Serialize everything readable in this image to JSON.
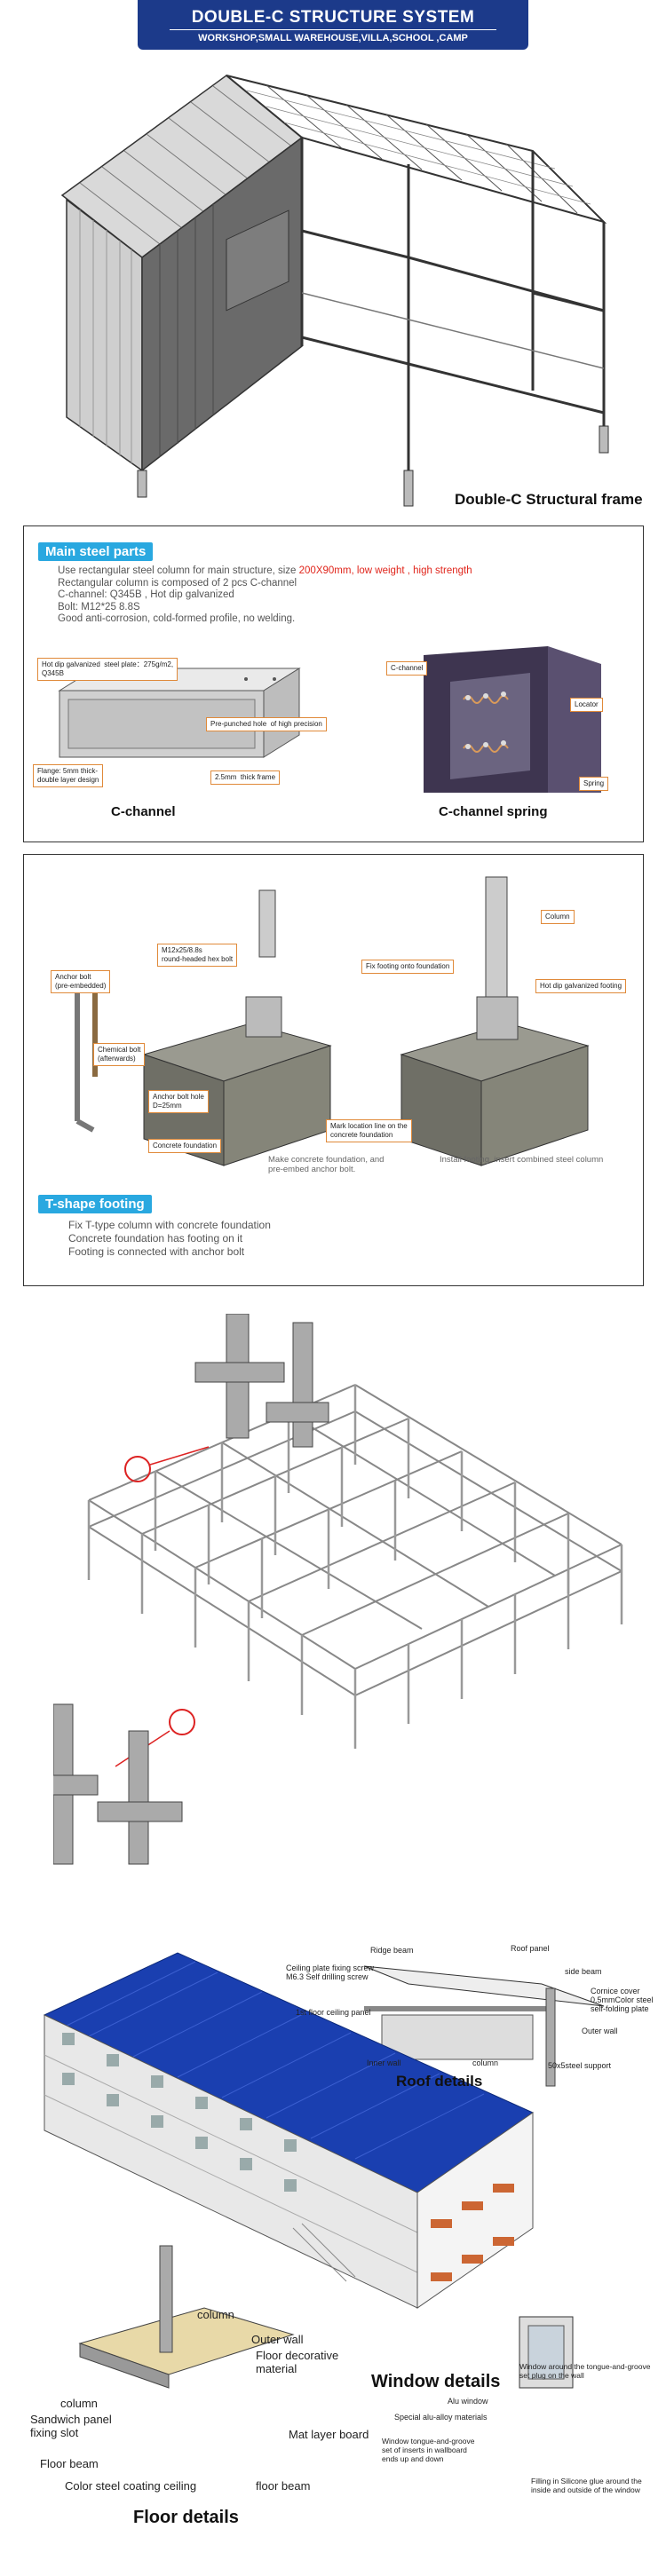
{
  "header": {
    "title": "DOUBLE-C STRUCTURE SYSTEM",
    "subtitle": "WORKSHOP,SMALL WAREHOUSE,VILLA,SCHOOL ,CAMP"
  },
  "frame_caption": "Double-C Structural frame",
  "main_steel": {
    "badge": "Main steel parts",
    "line1_a": "Use rectangular steel column for main structure, size ",
    "line1_b": "200X90mm, low weight , high strength",
    "line2": "Rectangular column is composed of 2 pcs C-channel",
    "line3": "C-channel: Q345B , Hot dip galvanized",
    "line4": "Bolt: M12*25 8.8S",
    "line5": "Good anti-corrosion, cold-formed profile, no welding.",
    "callouts": {
      "hot_dip": "Hot dip galvanized  steel plate：275g/m2,\nQ345B",
      "pre_punched": "Pre-punched hole  of high precision",
      "flange": "Flange: 5mm thick-\ndouble layer design",
      "thick_frame": "2.5mm  thick frame",
      "c_channel": "C-channel",
      "locator": "Locator",
      "spring": "Spring"
    },
    "sub_left": "C-channel",
    "sub_right": "C-channel spring"
  },
  "footing": {
    "callouts": {
      "anchor_bolt": "Anchor bolt\n(pre-embedded)",
      "chemical_bolt": "Chemical bolt\n(afterwards)",
      "m12": "M12x25/8.8s\nround-headed hex bolt",
      "anchor_hole": "Anchor bolt hole\nD=25mm",
      "concrete": "Concrete foundation",
      "mark_location": "Mark location line on the\nconcrete foundation",
      "fix_footing": "Fix footing onto foundation",
      "column": "Column",
      "hot_dip_footing": "Hot dip galvanized footing"
    },
    "note_left": "Make concrete foundation, and\npre-embed anchor bolt.",
    "note_right": "Install footing, insert combined steel column",
    "badge": "T-shape footing",
    "line1": "Fix T-type column with concrete foundation",
    "line2": "Concrete foundation has footing on it",
    "line3": "Footing is connected with anchor bolt"
  },
  "roof": {
    "labels": {
      "ridge_beam": "Ridge beam",
      "roof_panel": "Roof panel",
      "ceiling_screw": "Ceiling plate fixing screw\nM6.3 Self drilling screw",
      "side_beam": "side beam",
      "cornice": "Cornice cover\n0.5mmColor steel\nself-folding plate",
      "ceiling_panel": "1st floor ceiling panel",
      "outer_wall": "Outer wall",
      "inner_wall": "Inner wall",
      "column": "column",
      "support": "50x5steel support"
    },
    "title": "Roof details"
  },
  "floor": {
    "labels": {
      "column_top": "column",
      "outer_wall": "Outer wall",
      "floor_decor": "Floor decorative\nmaterial",
      "column_left": "column",
      "sandwich": "Sandwich panel\nfixing slot",
      "mat_layer": "Mat layer board",
      "floor_beam_left": "Floor beam",
      "ceiling": "Color steel coating ceiling",
      "floor_beam_right": "floor beam"
    },
    "title": "Floor details"
  },
  "window": {
    "title": "Window details",
    "labels": {
      "tongue_groove": "Window around the tongue-and-groove\nset plug on the wall",
      "alu_window": "Alu window",
      "alu_alloy": "Special alu-alloy materials",
      "wallboard": "Window tongue-and-groove\nset of inserts in wallboard\nends up and down",
      "silicone": "Filling in Silicone glue around the\ninside and outside of the window"
    }
  },
  "colors": {
    "header_bg": "#1c3a8a",
    "badge_bg": "#29a8e0",
    "callout_border": "#e08a3a",
    "highlight_red": "#e0251b",
    "roof_blue": "#1a3fb0"
  }
}
